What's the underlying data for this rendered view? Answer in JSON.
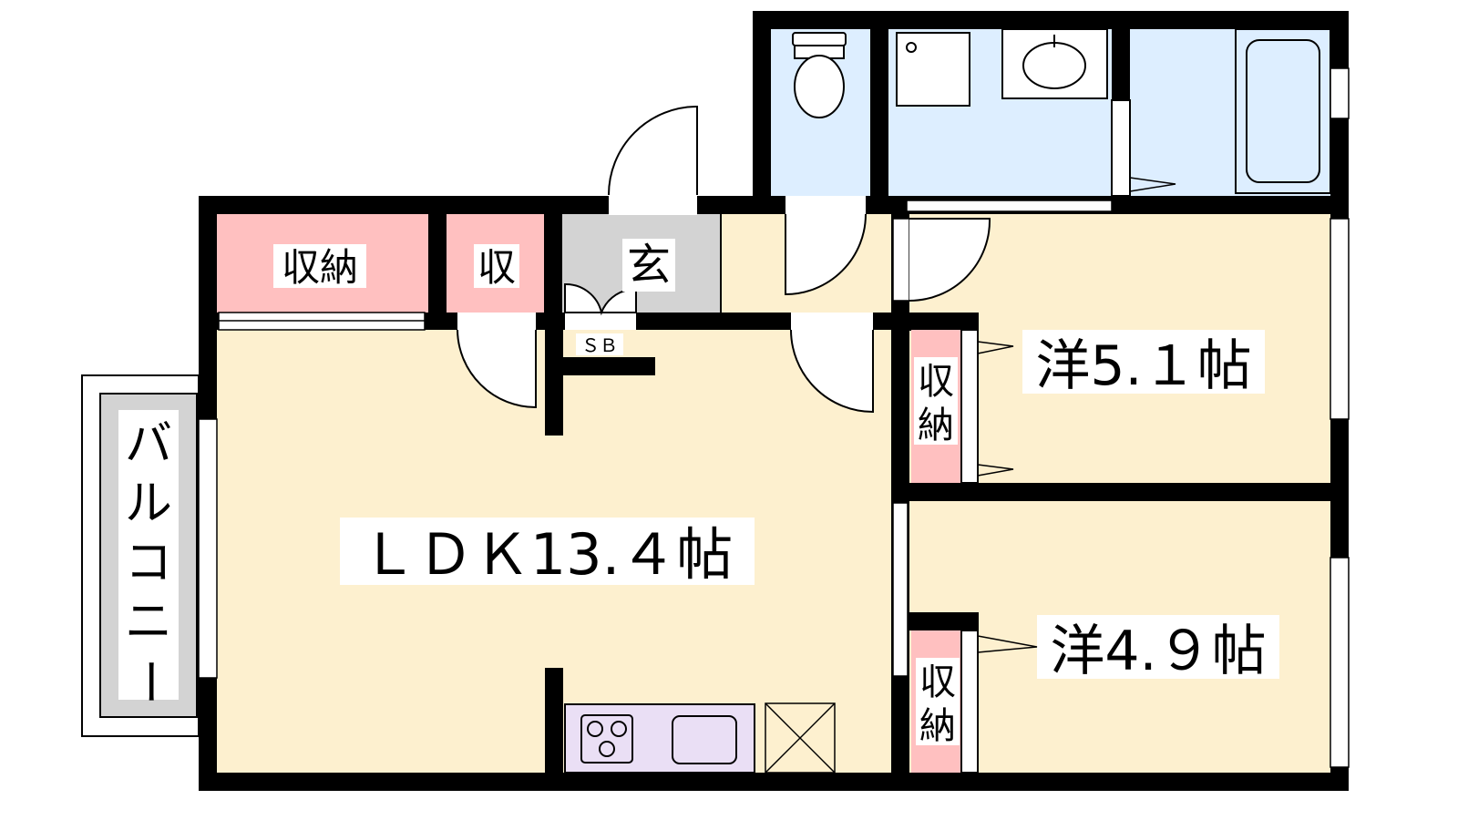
{
  "floorplan": {
    "rooms": {
      "ldk": "ＬＤＫ13.４帖",
      "western1": "洋5.１帖",
      "western2": "洋4.９帖",
      "entrance": "玄",
      "storage_top": "収納",
      "storage_small": "収",
      "shoe_box": "ＳＢ",
      "closet1": [
        "収",
        "納"
      ],
      "closet2": [
        "収",
        "納"
      ],
      "balcony": [
        "バ",
        "ル",
        "コ",
        "ニ",
        "ー"
      ]
    },
    "colors": {
      "floor": "#FDF0CF",
      "storage": "#FFC0C0",
      "entrance": "#D3D3D3",
      "wet_area": "#DDEEFF",
      "kitchen": "#EADFF5",
      "wall": "#000000"
    }
  }
}
